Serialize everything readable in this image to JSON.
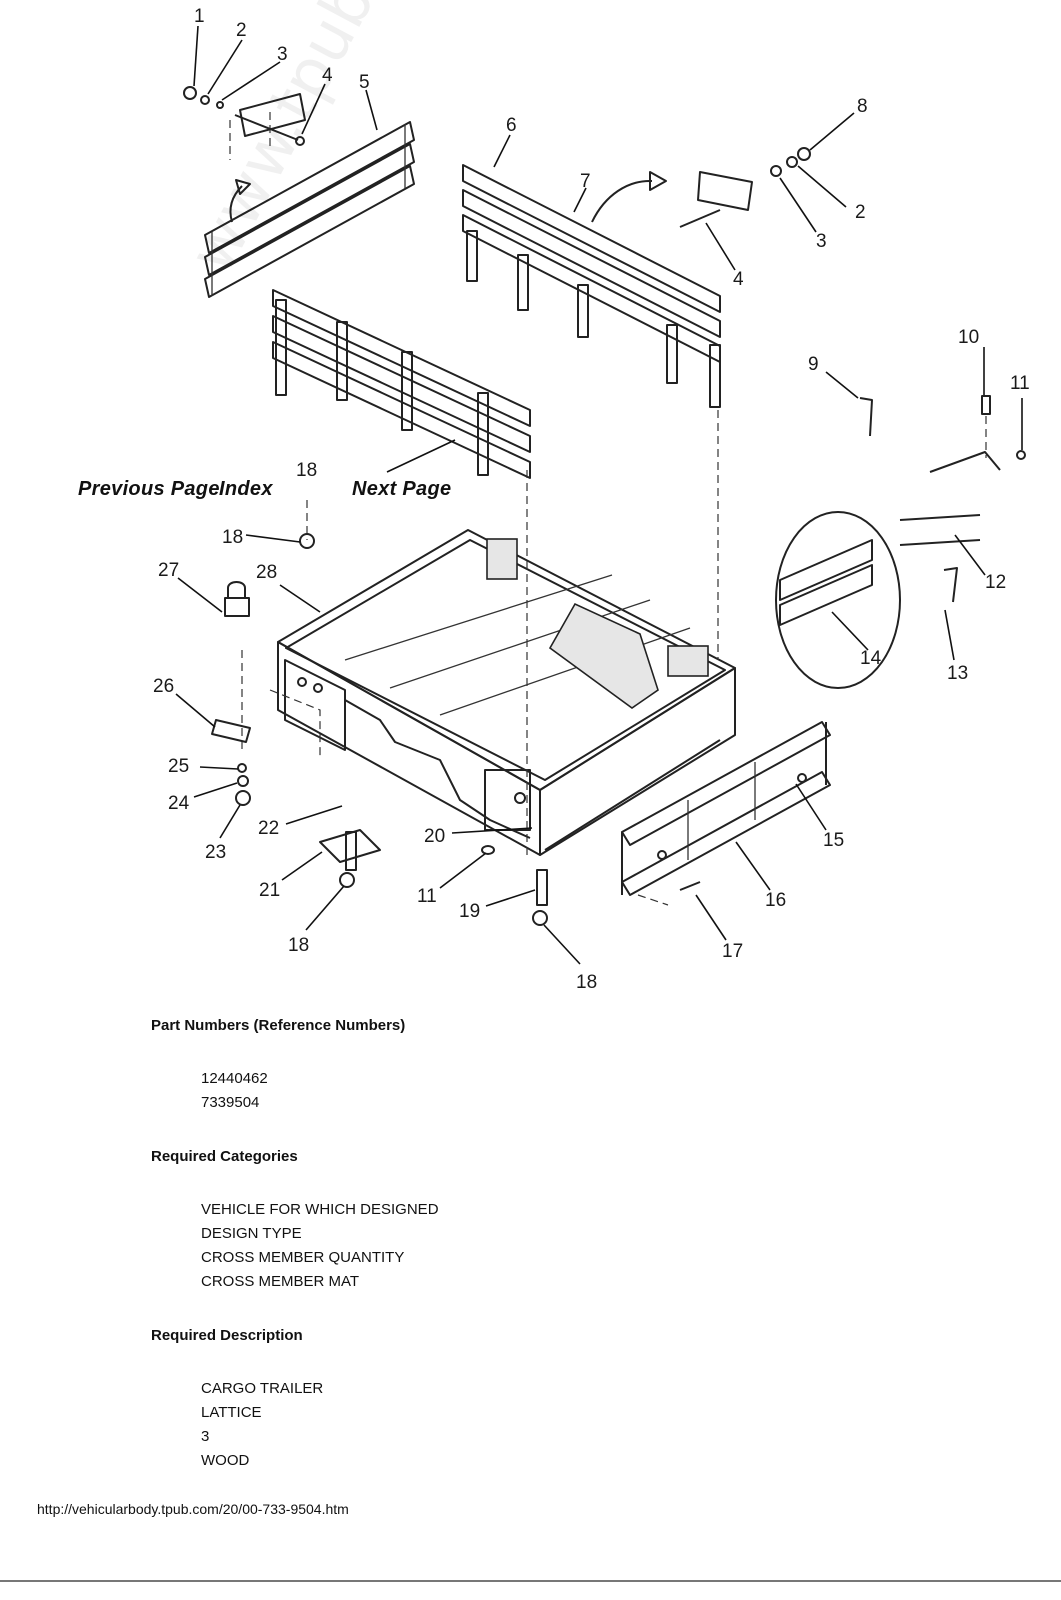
{
  "watermark": "www.tpub.com",
  "navigation": {
    "previous": "Previous Page",
    "index": "Index",
    "next": "Next Page"
  },
  "callouts": [
    "1",
    "2",
    "3",
    "4",
    "5",
    "6",
    "7",
    "8",
    "2",
    "3",
    "4",
    "9",
    "10",
    "11",
    "12",
    "13",
    "14",
    "15",
    "16",
    "17",
    "18",
    "18",
    "18",
    "18",
    "19",
    "20",
    "11",
    "21",
    "22",
    "23",
    "24",
    "25",
    "26",
    "27",
    "28"
  ],
  "sections": {
    "part_numbers": {
      "heading": "Part Numbers (Reference Numbers)",
      "items": [
        "12440462",
        "7339504"
      ]
    },
    "categories": {
      "heading": "Required Categories",
      "items": [
        "VEHICLE FOR WHICH DESIGNED",
        "DESIGN TYPE",
        "CROSS MEMBER QUANTITY",
        "CROSS MEMBER MAT"
      ]
    },
    "description": {
      "heading": "Required Description",
      "items": [
        "CARGO TRAILER",
        "LATTICE",
        "3",
        "WOOD"
      ]
    }
  },
  "footer": {
    "url": "http://vehicularbody.tpub.com/20/00-733-9504.htm"
  }
}
